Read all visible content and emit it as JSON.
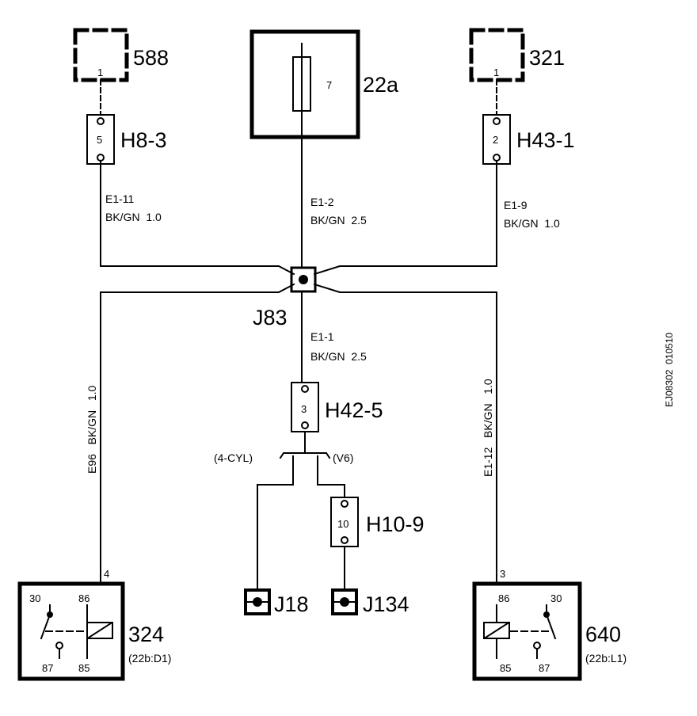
{
  "components": {
    "c588": {
      "id": "588",
      "pin": "1"
    },
    "c22a": {
      "id": "22a",
      "fuse": "7"
    },
    "c321": {
      "id": "321",
      "pin": "1"
    },
    "h8_3": {
      "id": "H8-3",
      "pin": "5"
    },
    "h43_1": {
      "id": "H43-1",
      "pin": "2"
    },
    "j83": {
      "id": "J83"
    },
    "h42_5": {
      "id": "H42-5",
      "pin": "3"
    },
    "h10_9": {
      "id": "H10-9",
      "pin": "10"
    },
    "j18": {
      "id": "J18"
    },
    "j134": {
      "id": "J134"
    },
    "relay324": {
      "id": "324",
      "ref": "(22b:D1)",
      "pin_in": "4",
      "p30": "30",
      "p86": "86",
      "p87": "87",
      "p85": "85"
    },
    "relay640": {
      "id": "640",
      "ref": "(22b:L1)",
      "pin_in": "3",
      "p30": "30",
      "p86": "86",
      "p87": "87",
      "p85": "85"
    }
  },
  "wires": {
    "e1_11": {
      "code": "E1-11",
      "spec": "BK/GN  1.0"
    },
    "e1_2": {
      "code": "E1-2",
      "spec": "BK/GN  2.5"
    },
    "e1_9": {
      "code": "E1-9",
      "spec": "BK/GN  1.0"
    },
    "e1_1": {
      "code": "E1-1",
      "spec": "BK/GN  2.5"
    },
    "e96": {
      "label": "E96   BK/GN   1.0"
    },
    "e1_12": {
      "label": "E1-12   BK/GN   1.0"
    }
  },
  "variants": {
    "cyl4": "(4-CYL)",
    "v6": "(V6)"
  },
  "drawing_code": "EJ08302  010510"
}
